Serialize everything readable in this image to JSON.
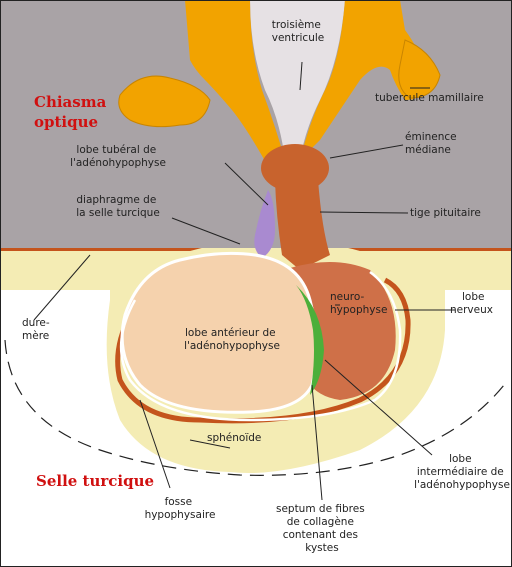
{
  "labels": {
    "troisieme_ventricule": [
      "troisième",
      "ventricule"
    ],
    "chiasma_optique": [
      "Chiasma",
      "optique"
    ],
    "tubercule_mamillaire": "tubercule mamillaire",
    "eminence_mediane": [
      "éminence",
      "médiane"
    ],
    "lobe_tuberal": [
      "lobe tubéral de",
      "l'adénohypophyse"
    ],
    "diaphragme": [
      "diaphragme de",
      "la selle turcique"
    ],
    "tige_pituitaire": "tige pituitaire",
    "dure_mere": [
      "dure-",
      "mère"
    ],
    "lobe_anterieur": [
      "lobe antérieur de",
      "l'adénohypophyse"
    ],
    "neurohypophyse": [
      "neuro-",
      "hypophyse"
    ],
    "lobe_nerveux": [
      "lobe",
      "nerveux"
    ],
    "sphenoide": "sphénoïde",
    "selle_turcique": "Selle turcique",
    "lobe_intermediaire": [
      "lobe",
      "intermédiaire de",
      "l'adénohypophyse"
    ],
    "fosse_hypophysaire": [
      "fosse",
      "hypophysaire"
    ],
    "septum": [
      "septum de fibres",
      "de collagène",
      "contenant des",
      "kystes"
    ]
  },
  "colors": {
    "brain_grey": "#a9a3a6",
    "hypothalamus_orange": "#f2a300",
    "stalk_rust": "#c8632d",
    "anterior_lobe_peach": "#f5d2ad",
    "posterior_lobe": "#cf7048",
    "intermediate_green": "#4caf3a",
    "tuberal_purple": "#a98ad0",
    "sphenoid_yellow": "#f4ecb4",
    "dura_rust": "#c4541c",
    "highlight_red": "#d01010"
  }
}
